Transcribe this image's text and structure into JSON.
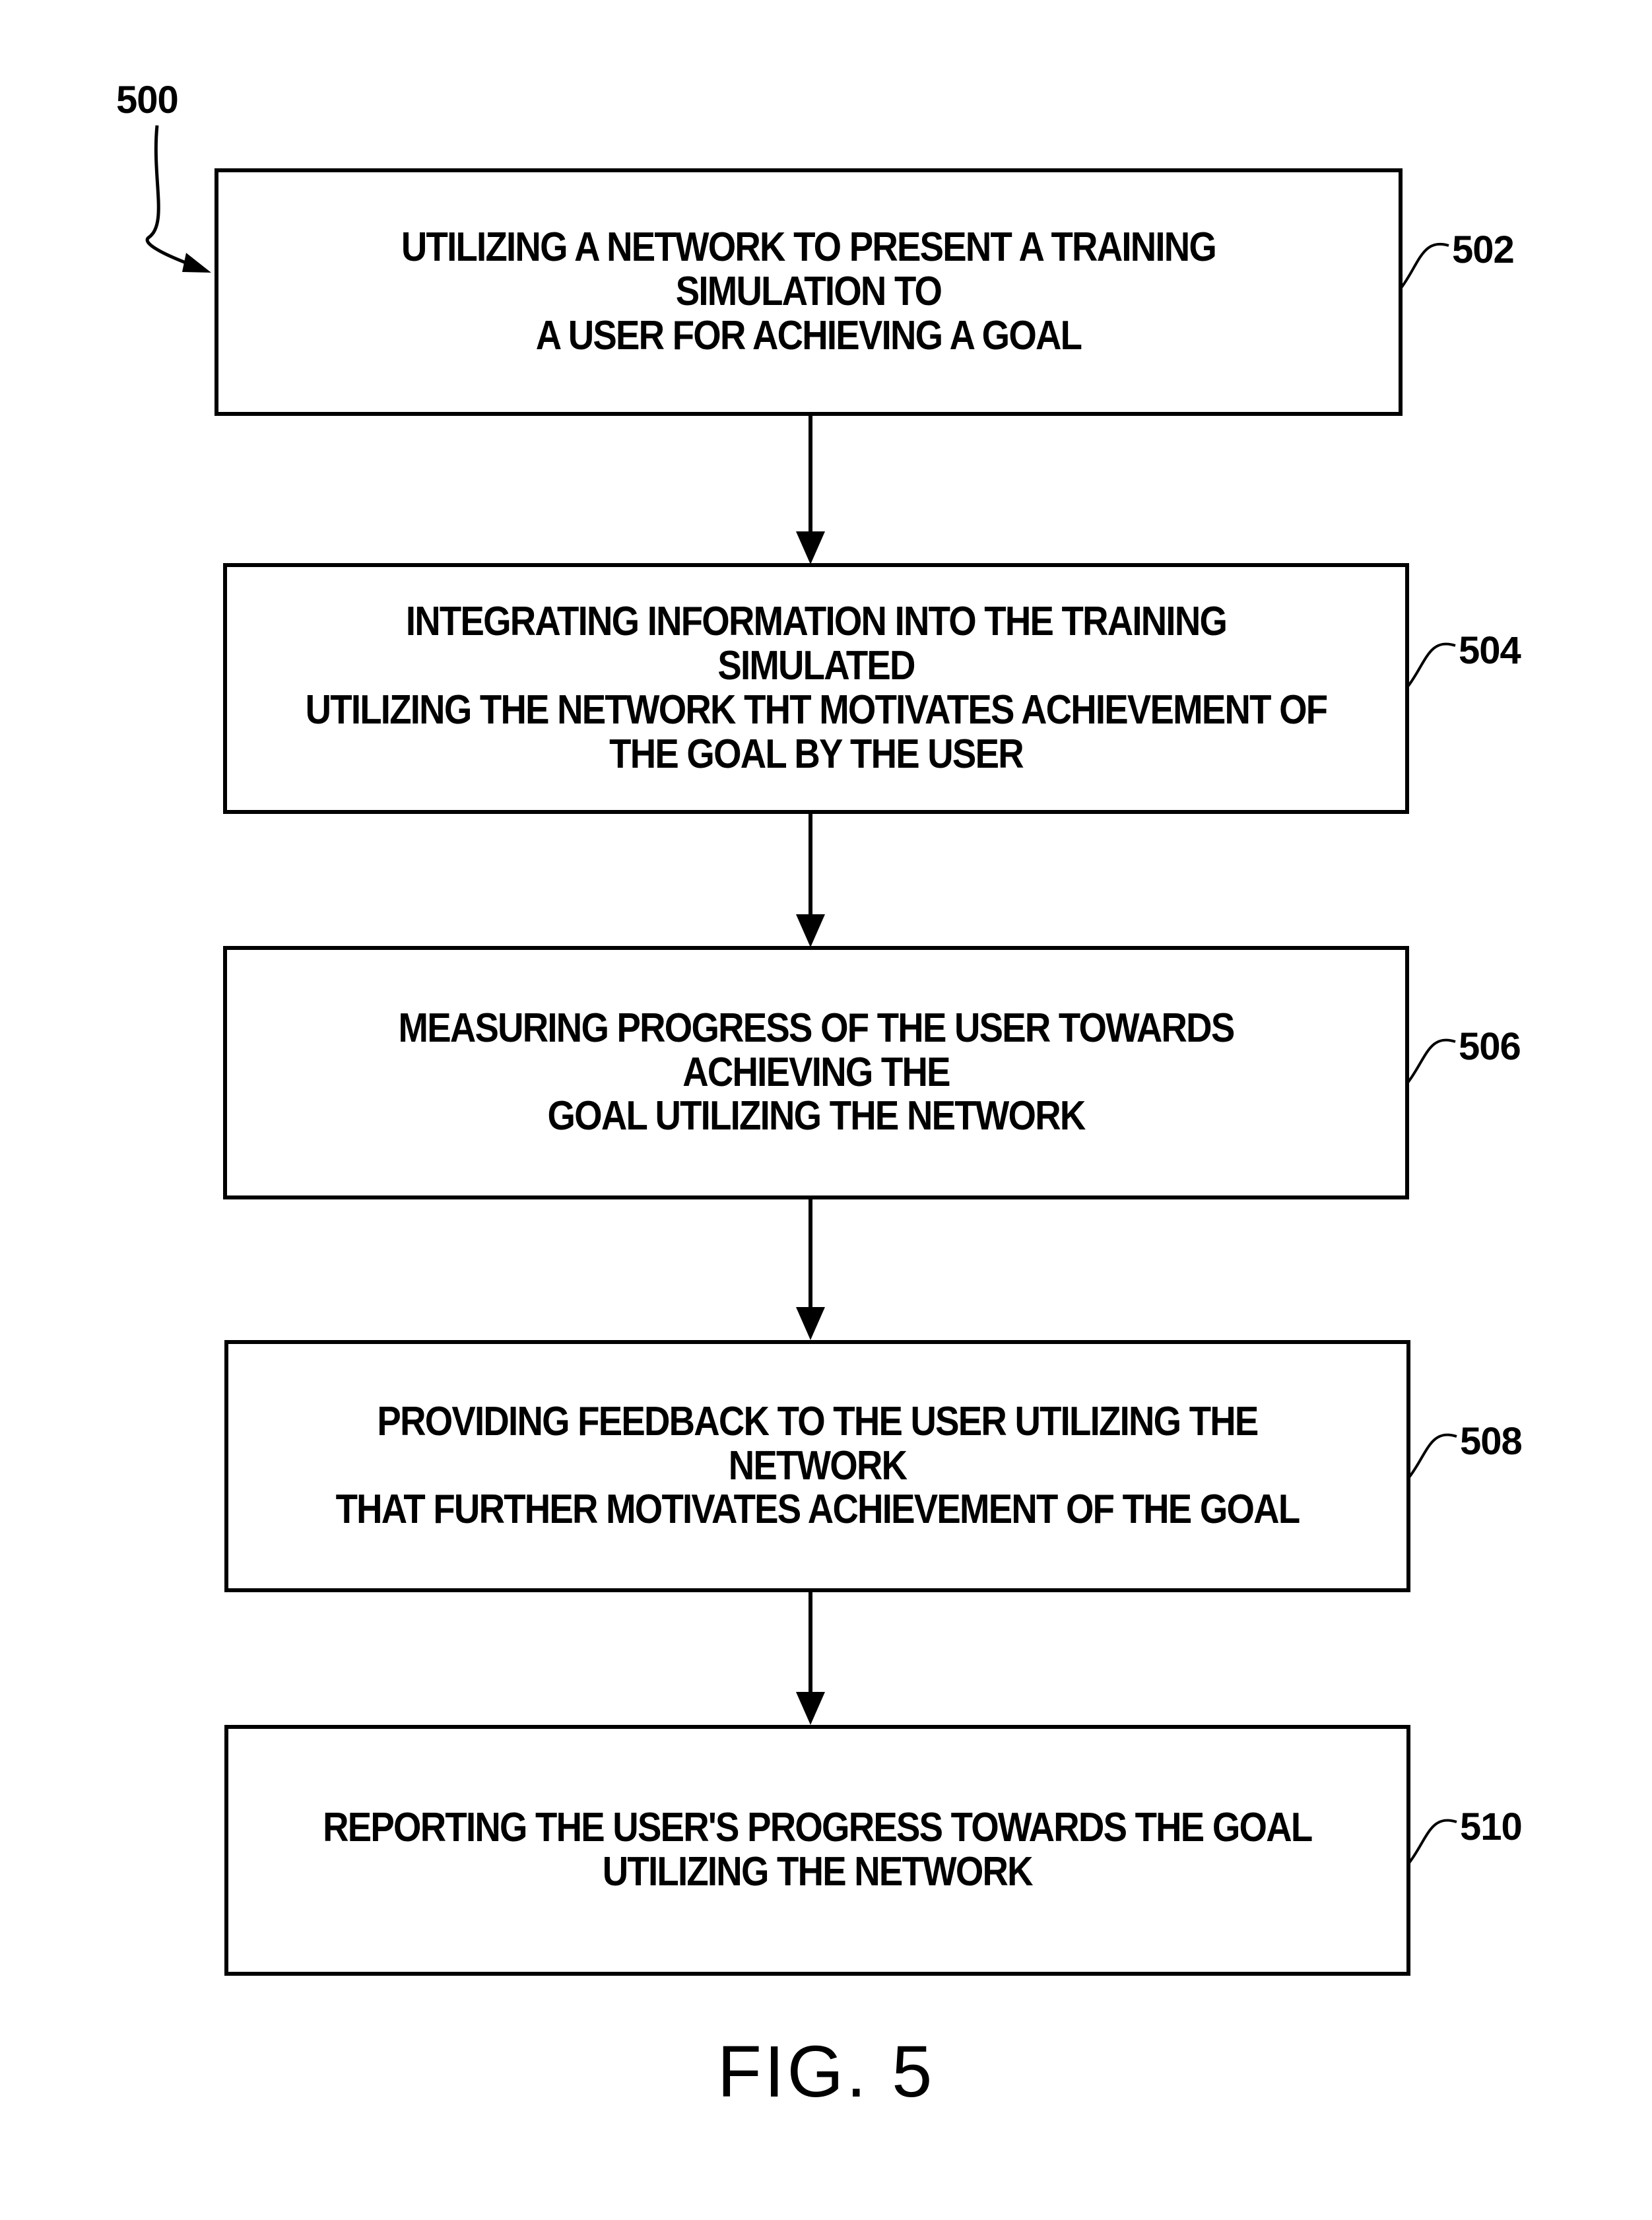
{
  "diagram": {
    "figure_ref": "500",
    "caption": "FIG. 5",
    "steps": [
      {
        "ref": "502",
        "text": "UTILIZING A NETWORK TO PRESENT A TRAINING SIMULATION TO\nA USER FOR ACHIEVING A GOAL"
      },
      {
        "ref": "504",
        "text": "INTEGRATING INFORMATION INTO THE TRAINING SIMULATED\nUTILIZING THE NETWORK THT MOTIVATES ACHIEVEMENT OF\nTHE GOAL BY THE USER"
      },
      {
        "ref": "506",
        "text": "MEASURING PROGRESS OF THE USER TOWARDS ACHIEVING THE\nGOAL UTILIZING THE NETWORK"
      },
      {
        "ref": "508",
        "text": "PROVIDING FEEDBACK TO THE USER UTILIZING THE NETWORK\nTHAT FURTHER MOTIVATES ACHIEVEMENT OF THE GOAL"
      },
      {
        "ref": "510",
        "text": "REPORTING THE USER'S PROGRESS TOWARDS THE GOAL\nUTILIZING THE NETWORK"
      }
    ]
  }
}
